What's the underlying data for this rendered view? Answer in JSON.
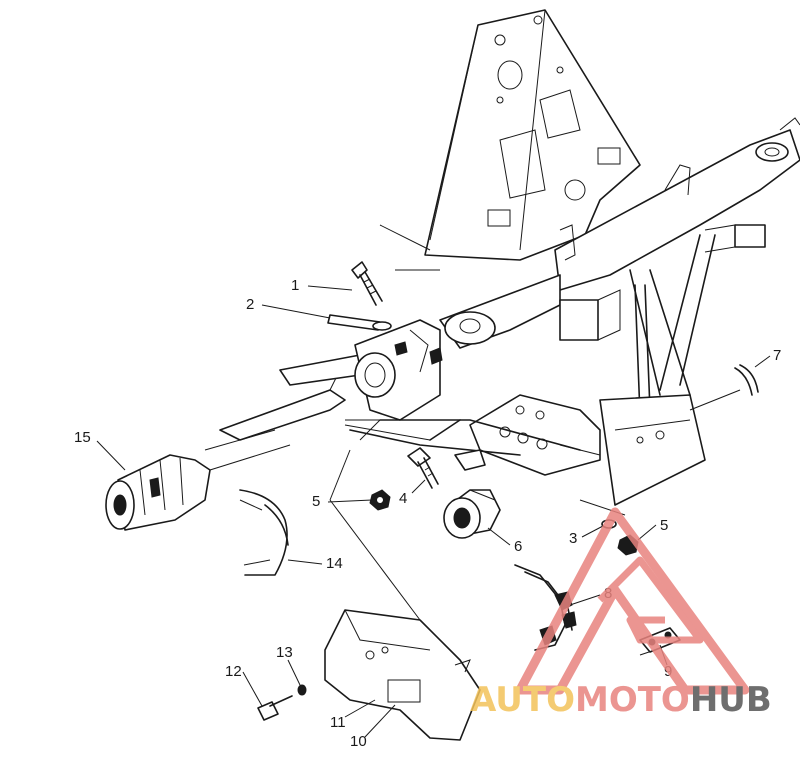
{
  "callouts": [
    {
      "id": "1",
      "label": "1"
    },
    {
      "id": "2",
      "label": "2"
    },
    {
      "id": "3",
      "label": "3"
    },
    {
      "id": "4",
      "label": "4"
    },
    {
      "id": "5a",
      "label": "5"
    },
    {
      "id": "5b",
      "label": "5"
    },
    {
      "id": "6",
      "label": "6"
    },
    {
      "id": "7",
      "label": "7"
    },
    {
      "id": "8",
      "label": "8"
    },
    {
      "id": "9",
      "label": "9"
    },
    {
      "id": "10",
      "label": "10"
    },
    {
      "id": "11",
      "label": "11"
    },
    {
      "id": "12",
      "label": "12"
    },
    {
      "id": "13",
      "label": "13"
    },
    {
      "id": "14",
      "label": "14"
    },
    {
      "id": "15",
      "label": "15"
    }
  ],
  "watermark": {
    "text_part1": "AUTO",
    "text_part2": "MOTO",
    "text_part3": "HUB",
    "color_primary": "#e8837e",
    "color_secondary": "#f3c25a",
    "color_dark": "#555555"
  }
}
